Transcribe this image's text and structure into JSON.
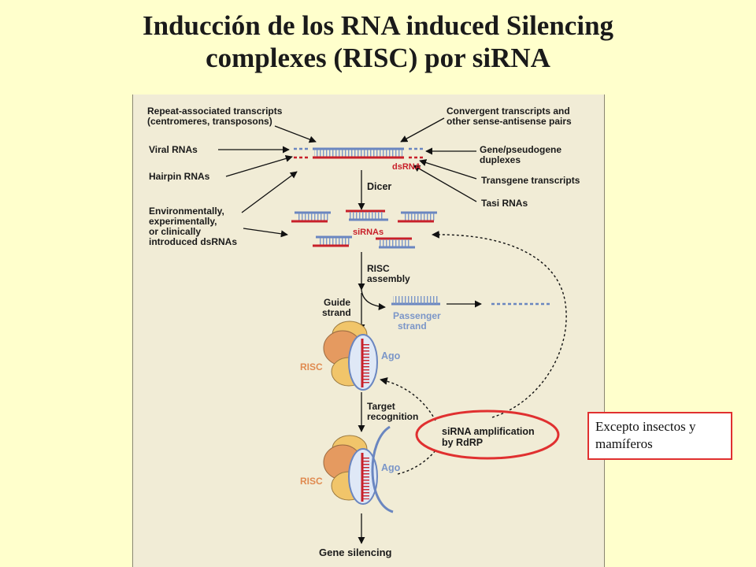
{
  "title": {
    "line1": "Inducción de los RNA induced Silencing",
    "line2": "complexes (RISC) por siRNA"
  },
  "diagram": {
    "sources_left": {
      "repeat_line1": "Repeat-associated transcripts",
      "repeat_line2": "(centromeres, transposons)",
      "viral": "Viral RNAs",
      "hairpin": "Hairpin RNAs",
      "env_line1": "Environmentally,",
      "env_line2": "experimentally,",
      "env_line3": "or clinically",
      "env_line4": "introduced dsRNAs"
    },
    "sources_right": {
      "convergent_line1": "Convergent transcripts and",
      "convergent_line2": "other sense-antisense pairs",
      "gene_line1": "Gene/pseudogene",
      "gene_line2": "duplexes",
      "transgene": "Transgene transcripts",
      "tasi": "Tasi RNAs"
    },
    "labels": {
      "dsrna": "dsRNA",
      "dicer": "Dicer",
      "sirnas": "siRNAs",
      "risc_assembly_line1": "RISC",
      "risc_assembly_line2": "assembly",
      "guide_line1": "Guide",
      "guide_line2": "strand",
      "passenger_line1": "Passenger",
      "passenger_line2": "strand",
      "risc": "RISC",
      "ago": "Ago",
      "target_line1": "Target",
      "target_line2": "recognition",
      "amplification_line1": "siRNA amplification",
      "amplification_line2": "by RdRP",
      "gene_silencing": "Gene silencing"
    }
  },
  "note": {
    "line1": "Excepto insectos y",
    "line2": "mamíferos"
  },
  "colors": {
    "background": "#ffffcc",
    "panel": "#f1ecd6",
    "red_strand": "#c8202a",
    "blue_strand": "#6a86c0",
    "risc_orange": "#e08a50",
    "highlight_red": "#e03030"
  }
}
